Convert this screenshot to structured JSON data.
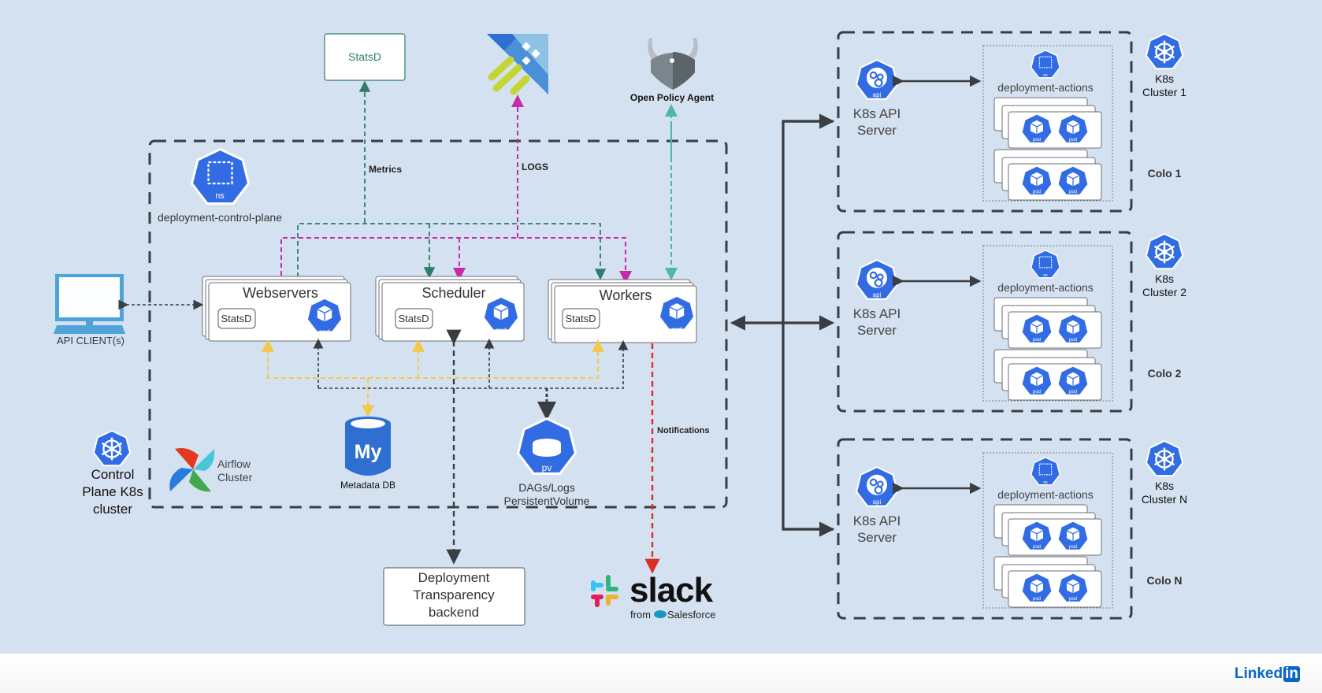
{
  "colors": {
    "background": "#d4e1f0",
    "k8s_blue": "#326ce5",
    "metrics_green": "#2e7d6b",
    "logs_magenta": "#c62ba8",
    "opa_teal": "#4fb8a0",
    "db_yellow": "#f2c94c",
    "notify_red": "#d93025",
    "line_dark": "#3a3d42"
  },
  "top": {
    "statsd_label": "StatsD",
    "opa_label": "Open Policy Agent",
    "metrics_label": "Metrics",
    "logs_label": "LOGS"
  },
  "control_plane": {
    "namespace_icon_label": "ns",
    "namespace_label": "deployment-control-plane",
    "components": [
      {
        "title": "Webservers",
        "statsd": "StatsD",
        "pod": "pod"
      },
      {
        "title": "Scheduler",
        "statsd": "StatsD",
        "pod": "pod"
      },
      {
        "title": "Workers",
        "statsd": "StatsD",
        "pod": "pod"
      }
    ],
    "metadata_db_label": "Metadata DB",
    "metadata_db_glyph": "My",
    "pv_icon_label": "pv",
    "pv_label_line1": "DAGs/Logs",
    "pv_label_line2": "PersistentVolume",
    "airflow_label_line1": "Airflow",
    "airflow_label_line2": "Cluster",
    "cluster_label_line1": "Control",
    "cluster_label_line2": "Plane K8s",
    "cluster_label_line3": "cluster",
    "notifications_label": "Notifications"
  },
  "api_client": {
    "label": "API CLIENT(s)"
  },
  "transparency_backend": {
    "line1": "Deployment",
    "line2": "Transparency",
    "line3": "backend"
  },
  "slack": {
    "wordmark": "slack",
    "from": "from",
    "salesforce": "Salesforce"
  },
  "clusters": [
    {
      "api_line1": "K8s API",
      "api_line2": "Server",
      "api_icon": "api",
      "ns_icon": "ns",
      "namespace": "deployment-actions",
      "pod": "pod",
      "cluster_line1": "K8s",
      "cluster_line2": "Cluster 1",
      "colo": "Colo 1"
    },
    {
      "api_line1": "K8s API",
      "api_line2": "Server",
      "api_icon": "api",
      "ns_icon": "ns",
      "namespace": "deployment-actions",
      "pod": "pod",
      "cluster_line1": "K8s",
      "cluster_line2": "Cluster 2",
      "colo": "Colo 2"
    },
    {
      "api_line1": "K8s API",
      "api_line2": "Server",
      "api_icon": "api",
      "ns_icon": "ns",
      "namespace": "deployment-actions",
      "pod": "pod",
      "cluster_line1": "K8s",
      "cluster_line2": "Cluster N",
      "colo": "Colo N"
    }
  ],
  "footer": {
    "brand_text": "Linked",
    "brand_badge": "in"
  }
}
